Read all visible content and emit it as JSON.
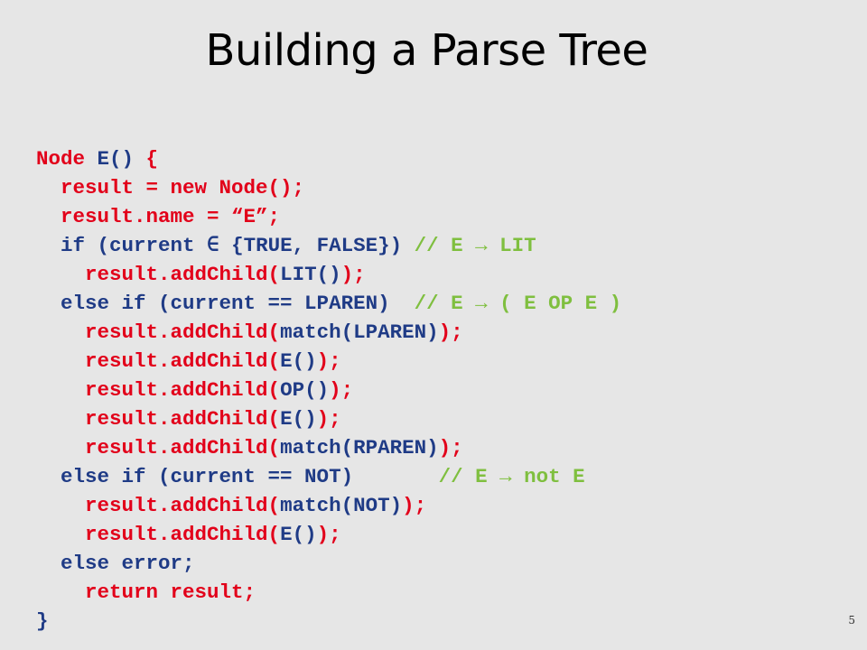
{
  "slide": {
    "title": "Building a Parse Tree",
    "page_number": "5"
  },
  "colors": {
    "background": "#e6e6e6",
    "keyword_red": "#e2001a",
    "identifier_blue": "#1f3b86",
    "comment_green": "#7fbf3f"
  },
  "code": {
    "lines": [
      {
        "indent": "",
        "tokens": [
          {
            "text": "Node ",
            "color": "red"
          },
          {
            "text": "E()",
            "color": "blue"
          },
          {
            "text": " {",
            "color": "red"
          }
        ]
      },
      {
        "indent": "  ",
        "tokens": [
          {
            "text": "result = new Node();",
            "color": "red"
          }
        ]
      },
      {
        "indent": "  ",
        "tokens": [
          {
            "text": "result.name = “E”;",
            "color": "red"
          }
        ]
      },
      {
        "indent": "  ",
        "tokens": [
          {
            "text": "if (current ∈ {TRUE, FALSE}) ",
            "color": "blue"
          },
          {
            "text": "// E → LIT",
            "color": "green"
          }
        ]
      },
      {
        "indent": "    ",
        "tokens": [
          {
            "text": "result.addChild(",
            "color": "red"
          },
          {
            "text": "LIT()",
            "color": "blue"
          },
          {
            "text": ");",
            "color": "red"
          }
        ]
      },
      {
        "indent": "  ",
        "tokens": [
          {
            "text": "else if (current == LPAREN)  ",
            "color": "blue"
          },
          {
            "text": "// E → ( E OP E )",
            "color": "green"
          }
        ]
      },
      {
        "indent": "    ",
        "tokens": [
          {
            "text": "result.addChild(",
            "color": "red"
          },
          {
            "text": "match(LPAREN)",
            "color": "blue"
          },
          {
            "text": ");",
            "color": "red"
          }
        ]
      },
      {
        "indent": "    ",
        "tokens": [
          {
            "text": "result.addChild(",
            "color": "red"
          },
          {
            "text": "E()",
            "color": "blue"
          },
          {
            "text": ");",
            "color": "red"
          }
        ]
      },
      {
        "indent": "    ",
        "tokens": [
          {
            "text": "result.addChild(",
            "color": "red"
          },
          {
            "text": "OP()",
            "color": "blue"
          },
          {
            "text": ");",
            "color": "red"
          }
        ]
      },
      {
        "indent": "    ",
        "tokens": [
          {
            "text": "result.addChild(",
            "color": "red"
          },
          {
            "text": "E()",
            "color": "blue"
          },
          {
            "text": ");",
            "color": "red"
          }
        ]
      },
      {
        "indent": "    ",
        "tokens": [
          {
            "text": "result.addChild(",
            "color": "red"
          },
          {
            "text": "match(RPAREN)",
            "color": "blue"
          },
          {
            "text": ");",
            "color": "red"
          }
        ]
      },
      {
        "indent": "  ",
        "tokens": [
          {
            "text": "else if (current == NOT)       ",
            "color": "blue"
          },
          {
            "text": "// E → not E",
            "color": "green"
          }
        ]
      },
      {
        "indent": "    ",
        "tokens": [
          {
            "text": "result.addChild(",
            "color": "red"
          },
          {
            "text": "match(NOT)",
            "color": "blue"
          },
          {
            "text": ");",
            "color": "red"
          }
        ]
      },
      {
        "indent": "    ",
        "tokens": [
          {
            "text": "result.addChild(",
            "color": "red"
          },
          {
            "text": "E()",
            "color": "blue"
          },
          {
            "text": ");",
            "color": "red"
          }
        ]
      },
      {
        "indent": "  ",
        "tokens": [
          {
            "text": "else error;",
            "color": "blue"
          }
        ]
      },
      {
        "indent": "    ",
        "tokens": [
          {
            "text": "return result;",
            "color": "red"
          }
        ]
      },
      {
        "indent": "",
        "tokens": [
          {
            "text": "}",
            "color": "blue"
          }
        ]
      }
    ]
  }
}
